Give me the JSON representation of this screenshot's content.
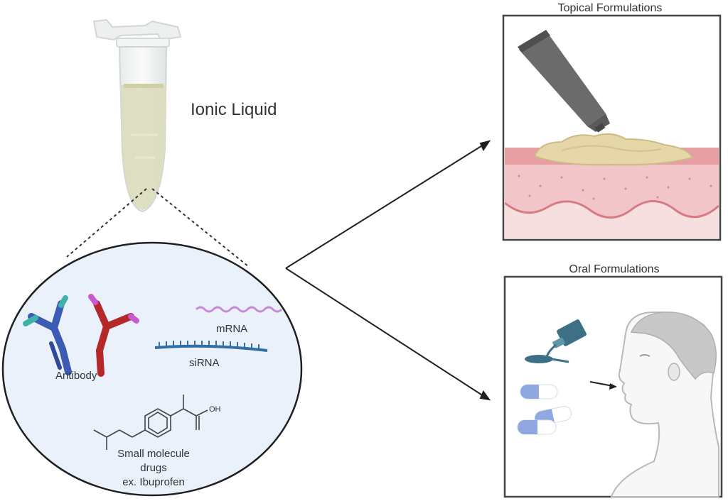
{
  "title": "Ionic Liquid",
  "panels": {
    "topical": {
      "title": "Topical Formulations"
    },
    "oral": {
      "title": "Oral Formulations"
    }
  },
  "inset": {
    "antibody": "Antibody",
    "mrna": "mRNA",
    "sirna": "siRNA",
    "small_molecule": [
      "Small molecule",
      "drugs",
      "ex. Ibuprofen"
    ],
    "oh_group": "OH"
  },
  "colors": {
    "antibody_blue": "#3b5bb5",
    "antibody_red": "#b5282a",
    "mrna": "#c98ad6",
    "sirna": "#2f6fa6",
    "skin": "#e8a3a6",
    "cream": "#e6d7a8",
    "tube": "#6b6b6b",
    "capsule": "#8fa9e0",
    "inset_bg": "#eaf1fb"
  }
}
